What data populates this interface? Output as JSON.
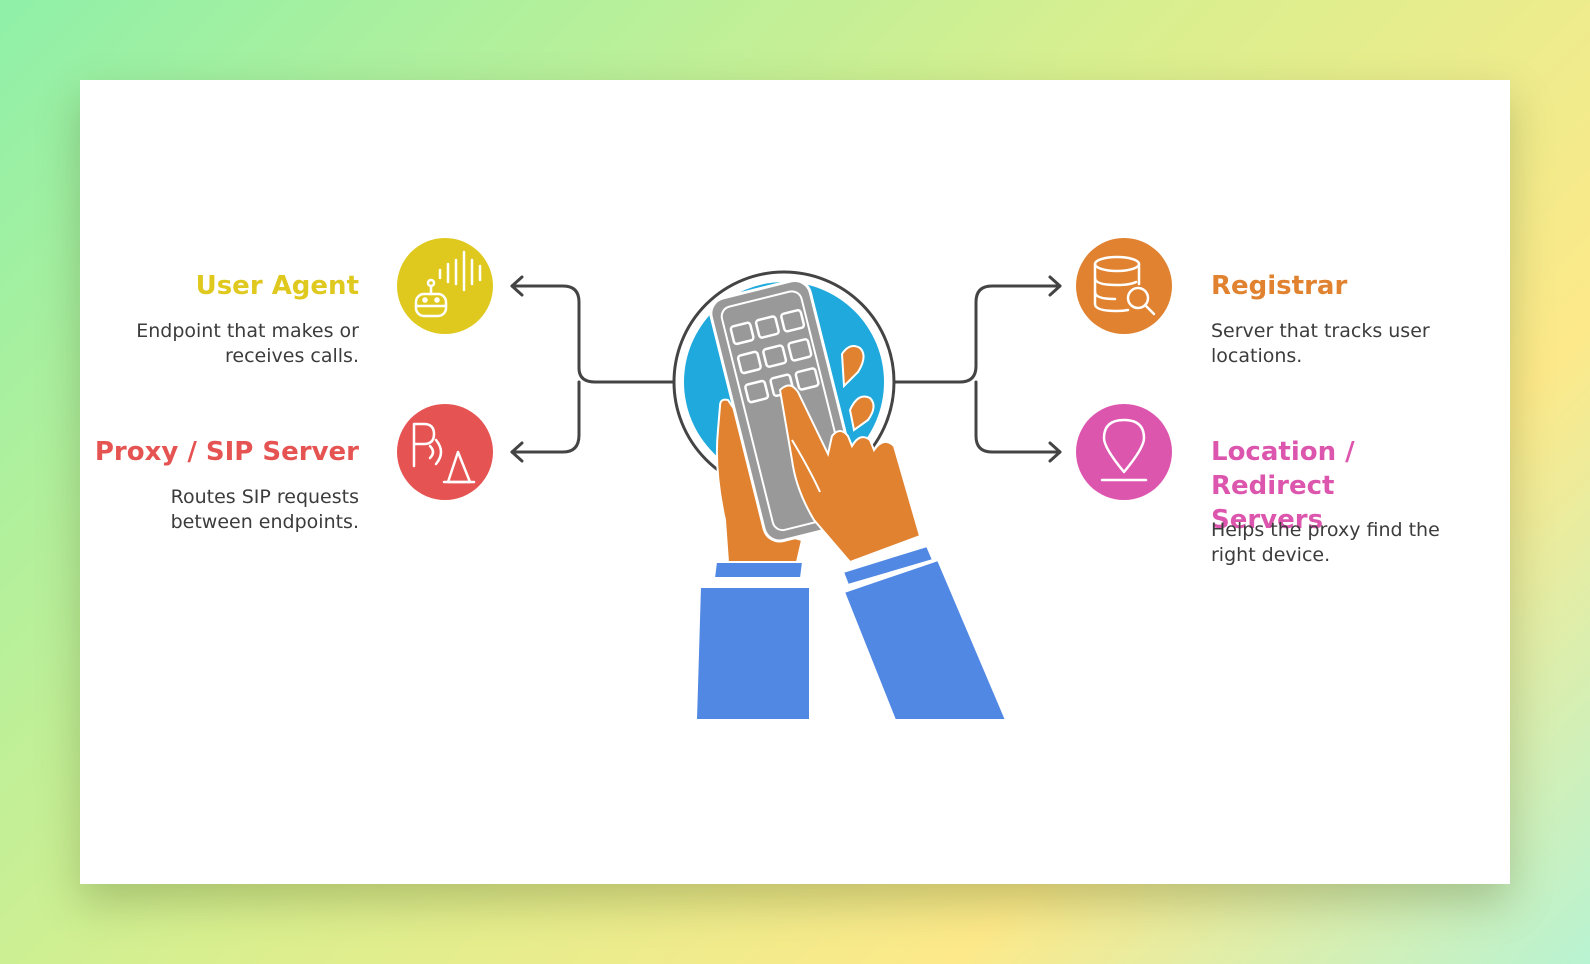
{
  "nodes": {
    "user_agent": {
      "title": "User Agent",
      "description": "Endpoint that makes or receives calls.",
      "color": "#e0c91e",
      "icon": "robot-voice-icon"
    },
    "proxy_sip_server": {
      "title": "Proxy / SIP Server",
      "description": "Routes SIP requests between endpoints.",
      "color": "#e55452",
      "icon": "signal-antenna-icon"
    },
    "registrar": {
      "title": "Registrar",
      "description": "Server that tracks user locations.",
      "color": "#e0822f",
      "icon": "database-search-icon"
    },
    "location_redirect": {
      "title": "Location / Redirect Servers",
      "description": "Helps the proxy find the right device.",
      "color": "#dc56ae",
      "icon": "location-pin-icon"
    }
  },
  "center": {
    "icon": "hands-keypad-icon",
    "circle_color": "#1fa9dc",
    "skin_color": "#e0822f",
    "sleeve_color": "#5088e4",
    "keypad_color": "#999999"
  },
  "connector_color": "#444444"
}
